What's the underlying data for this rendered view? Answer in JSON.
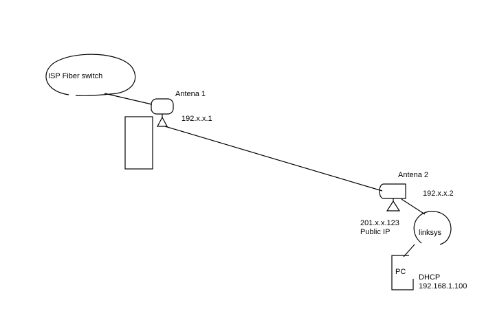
{
  "labels": {
    "isp": "ISP Fiber switch",
    "antenna1": "Antena 1",
    "antenna1_ip": "192.x.x.1",
    "antenna2": "Antena 2",
    "antenna2_ip": "192.x.x.2",
    "public_ip_address": "201.x.x.123",
    "public_ip_label": "Public IP",
    "router": "linksys",
    "pc": "PC",
    "dhcp_label": "DHCP",
    "dhcp_address": "192.168.1.100"
  },
  "colors": {
    "stroke": "#000000",
    "background": "#ffffff",
    "text": "#000000"
  }
}
